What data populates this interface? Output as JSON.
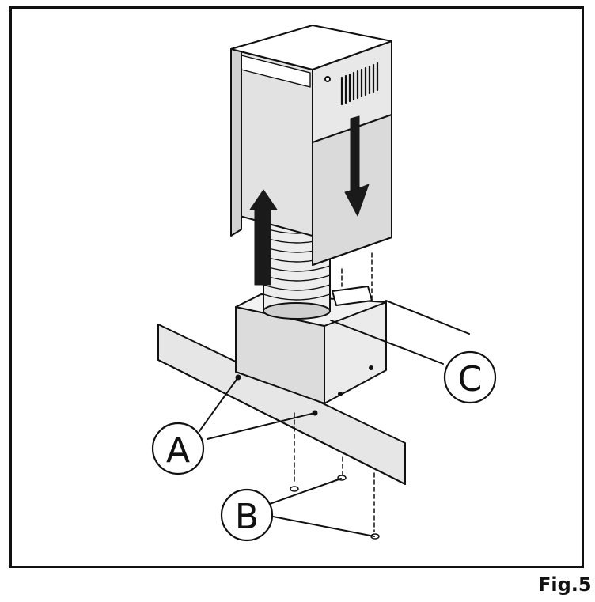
{
  "figure": {
    "caption": "Fig.5",
    "callouts": {
      "a": "A",
      "b": "B",
      "c": "C"
    }
  },
  "colors": {
    "line": "#111111",
    "panel_light": "#ebebeb",
    "panel_mid": "#dedede",
    "panel_dark": "#c8c8c8",
    "arrow": "#1a1a1a"
  }
}
